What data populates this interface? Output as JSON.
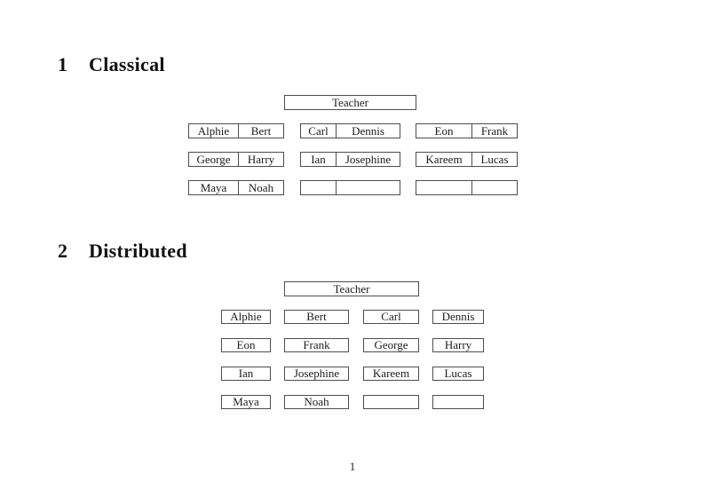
{
  "page_number": "1",
  "colors": {
    "border": "#4d4d4d",
    "text": "#1b1b1b",
    "background": "#ffffff"
  },
  "classical": {
    "heading_number": "1",
    "heading_title": "Classical",
    "teacher_label": "Teacher",
    "rows": [
      {
        "tables": [
          {
            "cells": [
              "Alphie",
              "Bert"
            ]
          },
          {
            "cells": [
              "Carl",
              "Dennis"
            ]
          },
          {
            "cells": [
              "Eon",
              "Frank"
            ]
          }
        ]
      },
      {
        "tables": [
          {
            "cells": [
              "George",
              "Harry"
            ]
          },
          {
            "cells": [
              "Ian",
              "Josephine"
            ]
          },
          {
            "cells": [
              "Kareem",
              "Lucas"
            ]
          }
        ]
      },
      {
        "tables": [
          {
            "cells": [
              "Maya",
              "Noah"
            ]
          },
          {
            "cells": [
              "",
              ""
            ]
          },
          {
            "cells": [
              "",
              ""
            ]
          }
        ]
      }
    ]
  },
  "distributed": {
    "heading_number": "2",
    "heading_title": "Distributed",
    "teacher_label": "Teacher",
    "rows": [
      [
        "Alphie",
        "Bert",
        "Carl",
        "Dennis"
      ],
      [
        "Eon",
        "Frank",
        "George",
        "Harry"
      ],
      [
        "Ian",
        "Josephine",
        "Kareem",
        "Lucas"
      ],
      [
        "Maya",
        "Noah",
        "",
        ""
      ]
    ]
  }
}
